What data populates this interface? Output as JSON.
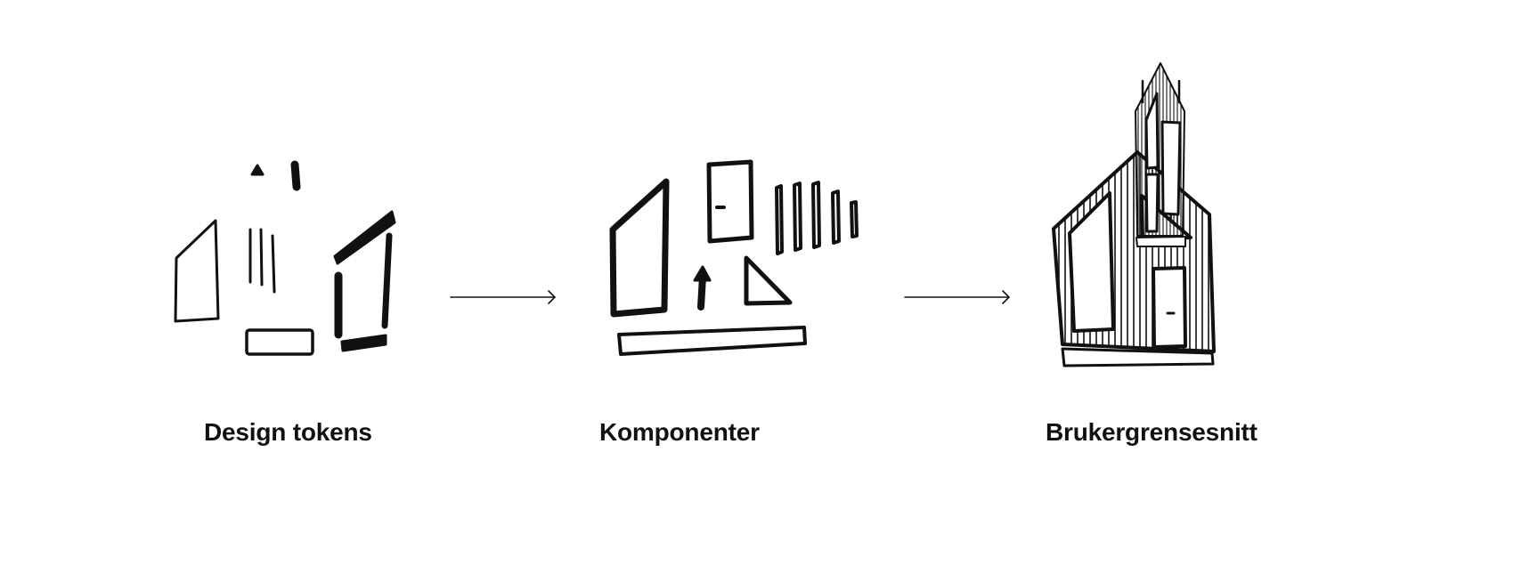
{
  "diagram": {
    "stages": [
      {
        "label": "Design tokens",
        "icon": "design-tokens-sketch-icon"
      },
      {
        "label": "Komponenter",
        "icon": "components-sketch-icon"
      },
      {
        "label": "Brukergrensesnitt",
        "icon": "house-sketch-icon"
      }
    ],
    "connectors": [
      "arrow-right-icon",
      "arrow-right-icon"
    ],
    "colors": {
      "ink": "#111111",
      "background": "#ffffff"
    }
  }
}
